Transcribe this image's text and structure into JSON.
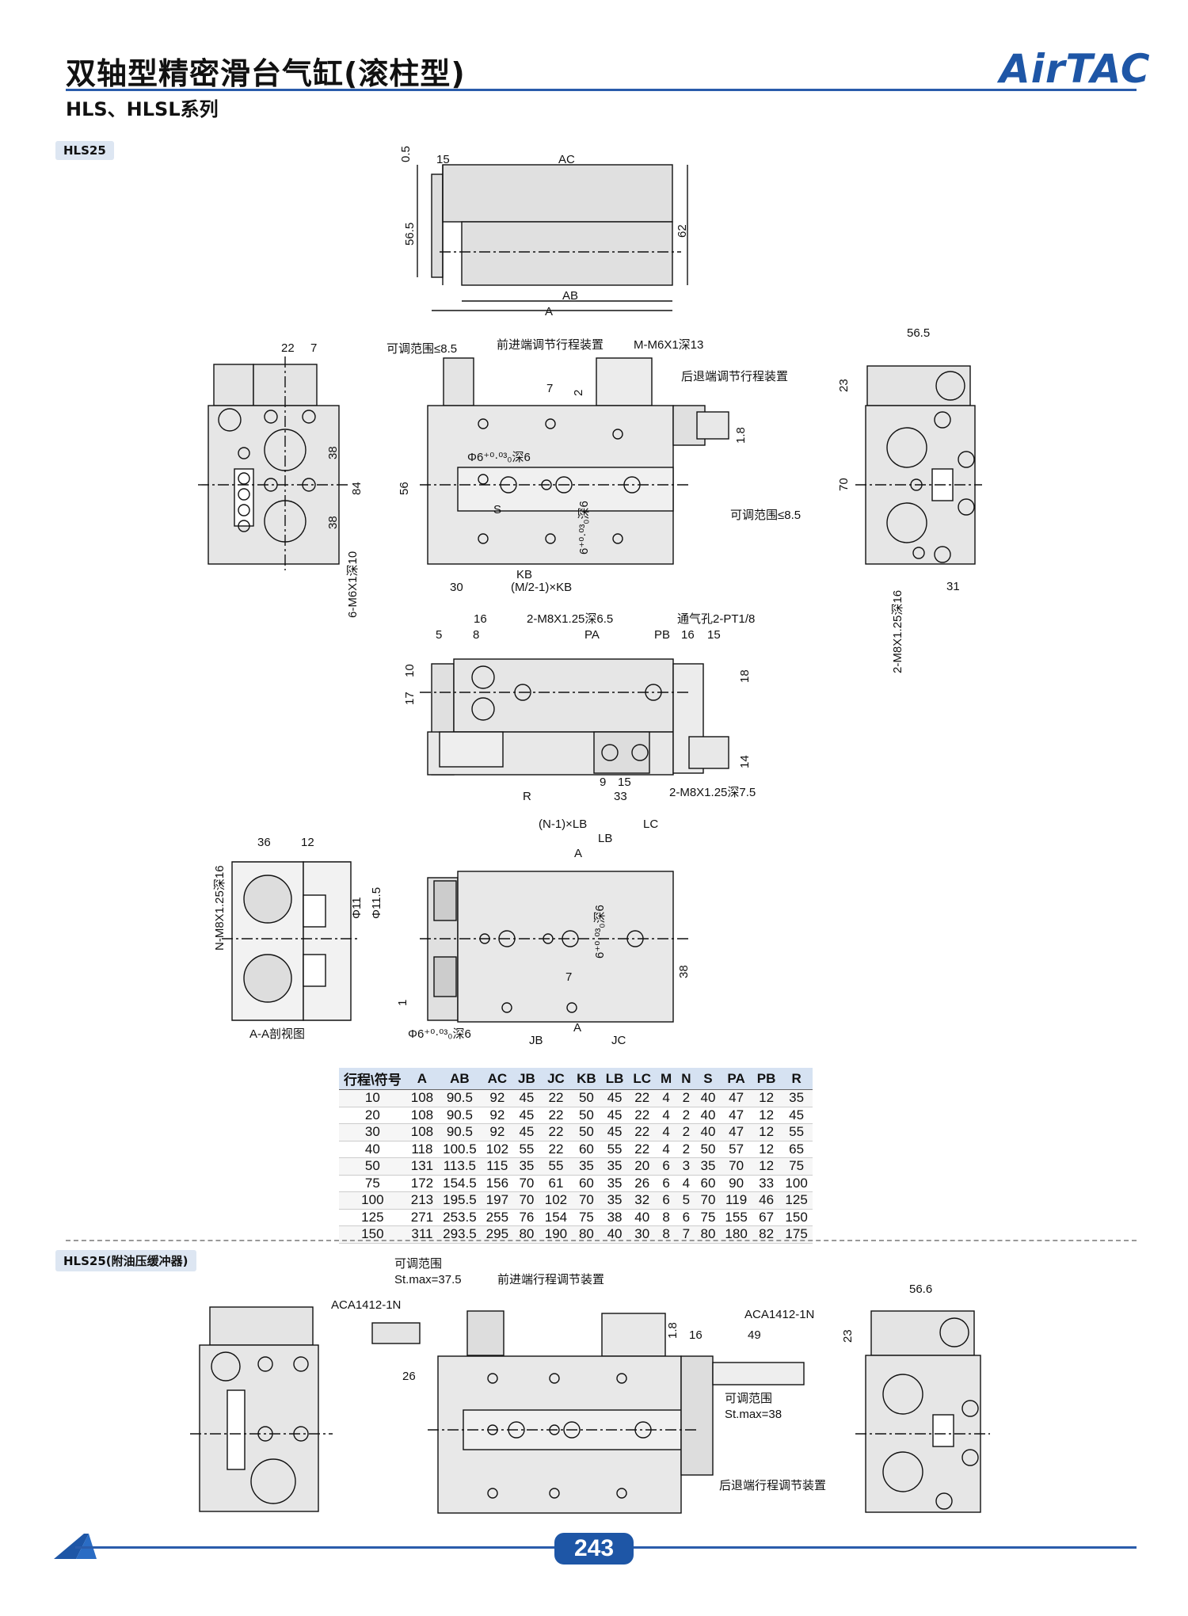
{
  "header": {
    "title": "双轴型精密滑台气缸(滚柱型)",
    "series": "HLS、HLSL系列",
    "logo": "AirTAC"
  },
  "section1": {
    "tag": "HLS25"
  },
  "section2": {
    "tag": "HLS25(附油压缓冲器)"
  },
  "top_view": {
    "dims": [
      "0.5",
      "15",
      "AC",
      "56.5",
      "62",
      "AB",
      "A"
    ]
  },
  "mid_view": {
    "labels": [
      "可调范围≤8.5",
      "前进端调节行程装置",
      "M-M6X1深13",
      "后退端调节行程装置",
      "7",
      "2",
      "1.8",
      "Φ6⁺⁰·⁰³₀深6",
      "56",
      "S",
      "KB",
      "30",
      "(M/2-1)×KB",
      "6⁺⁰·⁰³₀深6",
      "可调范围≤8.5"
    ],
    "left_dims": [
      "22",
      "7",
      "38",
      "84",
      "38",
      "6-M6X1深10"
    ],
    "right_dims": [
      "56.5",
      "23",
      "70",
      "31",
      "2-M8X1.25深16"
    ]
  },
  "lower_view": {
    "labels": [
      "16",
      "2-M8X1.25深6.5",
      "通气孔2-PT1/8",
      "5",
      "8",
      "PA",
      "PB",
      "16",
      "15",
      "17",
      "10",
      "18",
      "14",
      "R",
      "9",
      "15",
      "33",
      "2-M8X1.25深7.5"
    ]
  },
  "section_view": {
    "labels": [
      "36",
      "12",
      "N-M8X1.25深16",
      "Φ11",
      "Φ11.5",
      "1",
      "A-A剖视图",
      "Φ6⁺⁰·⁰³₀深6"
    ],
    "bottom_labels": [
      "(N-1)×LB",
      "LB",
      "LC",
      "A",
      "6⁺⁰·⁰³₀深6",
      "38",
      "7",
      "A",
      "JB",
      "JC"
    ]
  },
  "table": {
    "headers": [
      "行程\\符号",
      "A",
      "AB",
      "AC",
      "JB",
      "JC",
      "KB",
      "LB",
      "LC",
      "M",
      "N",
      "S",
      "PA",
      "PB",
      "R"
    ],
    "rows": [
      [
        "10",
        "108",
        "90.5",
        "92",
        "45",
        "22",
        "50",
        "45",
        "22",
        "4",
        "2",
        "40",
        "47",
        "12",
        "35"
      ],
      [
        "20",
        "108",
        "90.5",
        "92",
        "45",
        "22",
        "50",
        "45",
        "22",
        "4",
        "2",
        "40",
        "47",
        "12",
        "45"
      ],
      [
        "30",
        "108",
        "90.5",
        "92",
        "45",
        "22",
        "50",
        "45",
        "22",
        "4",
        "2",
        "40",
        "47",
        "12",
        "55"
      ],
      [
        "40",
        "118",
        "100.5",
        "102",
        "55",
        "22",
        "60",
        "55",
        "22",
        "4",
        "2",
        "50",
        "57",
        "12",
        "65"
      ],
      [
        "50",
        "131",
        "113.5",
        "115",
        "35",
        "55",
        "35",
        "35",
        "20",
        "6",
        "3",
        "35",
        "70",
        "12",
        "75"
      ],
      [
        "75",
        "172",
        "154.5",
        "156",
        "70",
        "61",
        "60",
        "35",
        "26",
        "6",
        "4",
        "60",
        "90",
        "33",
        "100"
      ],
      [
        "100",
        "213",
        "195.5",
        "197",
        "70",
        "102",
        "70",
        "35",
        "32",
        "6",
        "5",
        "70",
        "119",
        "46",
        "125"
      ],
      [
        "125",
        "271",
        "253.5",
        "255",
        "76",
        "154",
        "75",
        "38",
        "40",
        "8",
        "6",
        "75",
        "155",
        "67",
        "150"
      ],
      [
        "150",
        "311",
        "293.5",
        "295",
        "80",
        "190",
        "80",
        "40",
        "30",
        "8",
        "7",
        "80",
        "180",
        "82",
        "175"
      ]
    ]
  },
  "bottom_view": {
    "labels": [
      "可调范围",
      "St.max=37.5",
      "前进端行程调节装置",
      "ACA1412-1N",
      "26",
      "1.8",
      "16",
      "ACA1412-1N",
      "49",
      "可调范围",
      "St.max=38",
      "后退端行程调节装置",
      "56.6",
      "23"
    ]
  },
  "footer": {
    "page": "243"
  }
}
